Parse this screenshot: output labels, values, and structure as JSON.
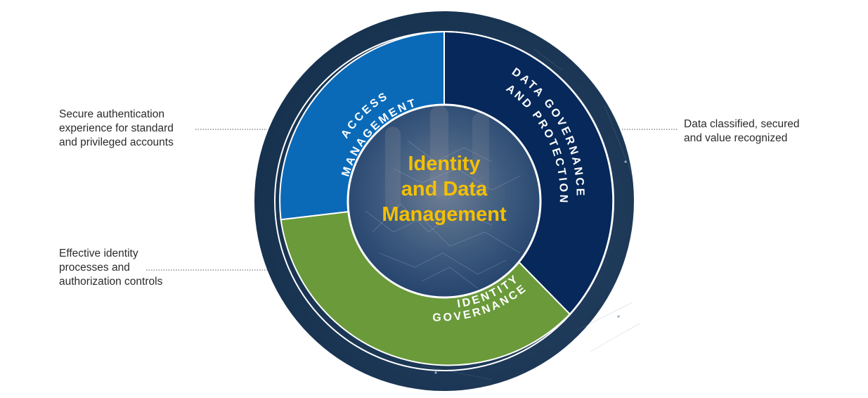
{
  "center": {
    "lines": [
      "Identity",
      "and Data",
      "Management"
    ]
  },
  "segments": {
    "access": {
      "lines": [
        "ACCESS",
        "MANAGEMENT"
      ],
      "color": "#0a6ab8"
    },
    "data": {
      "lines": [
        "DATA GOVERNANCE",
        "AND PROTECTION"
      ],
      "color": "#06285a"
    },
    "identity": {
      "lines": [
        "IDENTITY",
        "GOVERNANCE"
      ],
      "color": "#6a9a3a"
    }
  },
  "callouts": {
    "access": {
      "lines": [
        "Secure authentication",
        "experience for standard",
        "and privileged accounts"
      ]
    },
    "data": {
      "lines": [
        "Data classified, secured",
        "and value recognized"
      ]
    },
    "identity": {
      "lines": [
        "Effective identity",
        "processes and",
        "authorization controls"
      ]
    }
  },
  "colors": {
    "outer_ring": "#1c3a5c",
    "center_fill": "#2f4f77",
    "ring_border": "#ffffff",
    "title": "#f5c000",
    "callout_text": "#2b2b2b",
    "leader_line": "#555555"
  }
}
